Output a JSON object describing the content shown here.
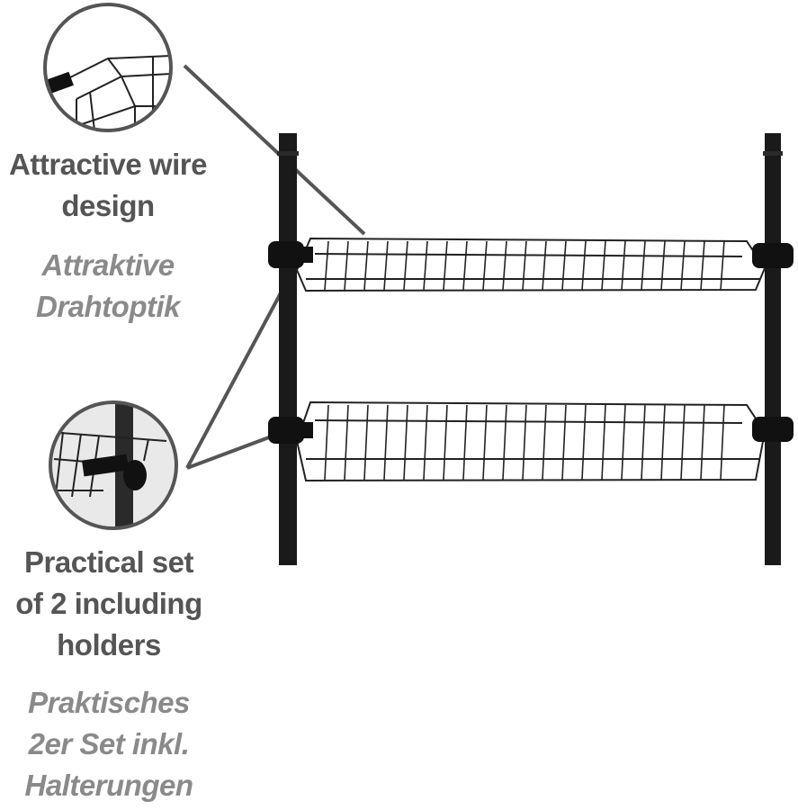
{
  "features": [
    {
      "en": [
        "Attractive wire",
        "design"
      ],
      "de": [
        "Attraktive",
        "Drahtoptik"
      ]
    },
    {
      "en": [
        "Practical set",
        "of 2 including",
        "holders"
      ],
      "de": [
        "Praktisches",
        "2er Set inkl.",
        "Halterungen"
      ]
    }
  ],
  "colors": {
    "caption_english": "#555555",
    "caption_german": "#8a8a8a",
    "product": "#1a1a1a",
    "callout": "#555555"
  }
}
